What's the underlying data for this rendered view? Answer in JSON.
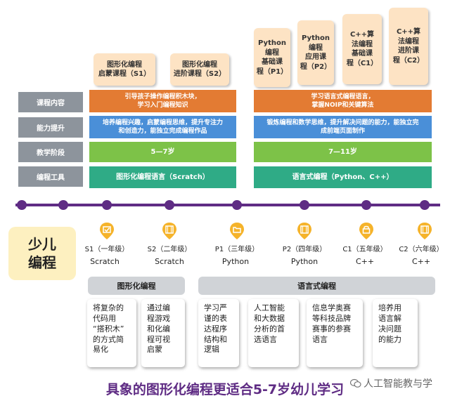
{
  "courses": [
    {
      "label": "图形化编程\n启蒙课程（S1）"
    },
    {
      "label": "图形化编程\n进阶课程（S2）"
    },
    {
      "label": "Python\n编程\n基础课\n程（P1）"
    },
    {
      "label": "Python\n编程\n应用课\n程（P2）"
    },
    {
      "label": "C++算\n法编程\n基础课\n程（C1）"
    },
    {
      "label": "C++算\n法编程\n进阶课\n程（C2）"
    }
  ],
  "row_labels": {
    "content": "课程内容",
    "ability": "能力提升",
    "stage": "教学阶段",
    "tool": "编程工具"
  },
  "rows_left": {
    "content": "引导孩子操作编程积木块，\n学习入门编程知识",
    "ability": "培养编程兴趣，启蒙编程思维，提升专注力\n和创造力，能独立完成编程作品",
    "stage": "5—7岁",
    "tool": "图形化编程语言（Scratch）"
  },
  "rows_right": {
    "content": "学习语言式编程语言，\n掌握NOIP和关键算法",
    "ability": "锻炼编程和数学思维，提升解决问题的能力，能独立完\n成前端页面制作",
    "stage": "7—11岁",
    "tool": "语言式编程（Python、C++）"
  },
  "badge": "少儿\n编程",
  "timeline": [
    {
      "stage": "S1（一年级）",
      "lang": "Scratch"
    },
    {
      "stage": "S2（二年级）",
      "lang": "Scratch"
    },
    {
      "stage": "P1（三年级）",
      "lang": "Python"
    },
    {
      "stage": "P2（四年级）",
      "lang": "Python"
    },
    {
      "stage": "C1（五年级）",
      "lang": "C++"
    },
    {
      "stage": "C2（六年级）",
      "lang": "C++"
    }
  ],
  "categories": {
    "graphical": "图形化编程",
    "language": "语言式编程"
  },
  "descriptions": [
    "将复杂的\n代码用\n“搭积木”\n的方式简\n易化",
    "通过编\n程游戏\n和化编\n程可视\n启蒙",
    "学习严\n谨的表\n达程序\n结构和\n逻辑",
    "人工智能\n和大数据\n分析的首\n选语言",
    "信息学奥赛\n等科技品牌\n赛事的参赛\n语言",
    "培养用\n语言解\n决问题\n的能力"
  ],
  "footer": {
    "title": "具象的图形化编程更适合5-7岁幼儿学习",
    "watermark": "人工智能教与学"
  },
  "colors": {
    "purple": "#5f2c84",
    "orange": "#e37b33",
    "blue": "#4a8fd8",
    "green": "#7dc248",
    "teal": "#2fab86",
    "gold": "#f5b32a"
  }
}
